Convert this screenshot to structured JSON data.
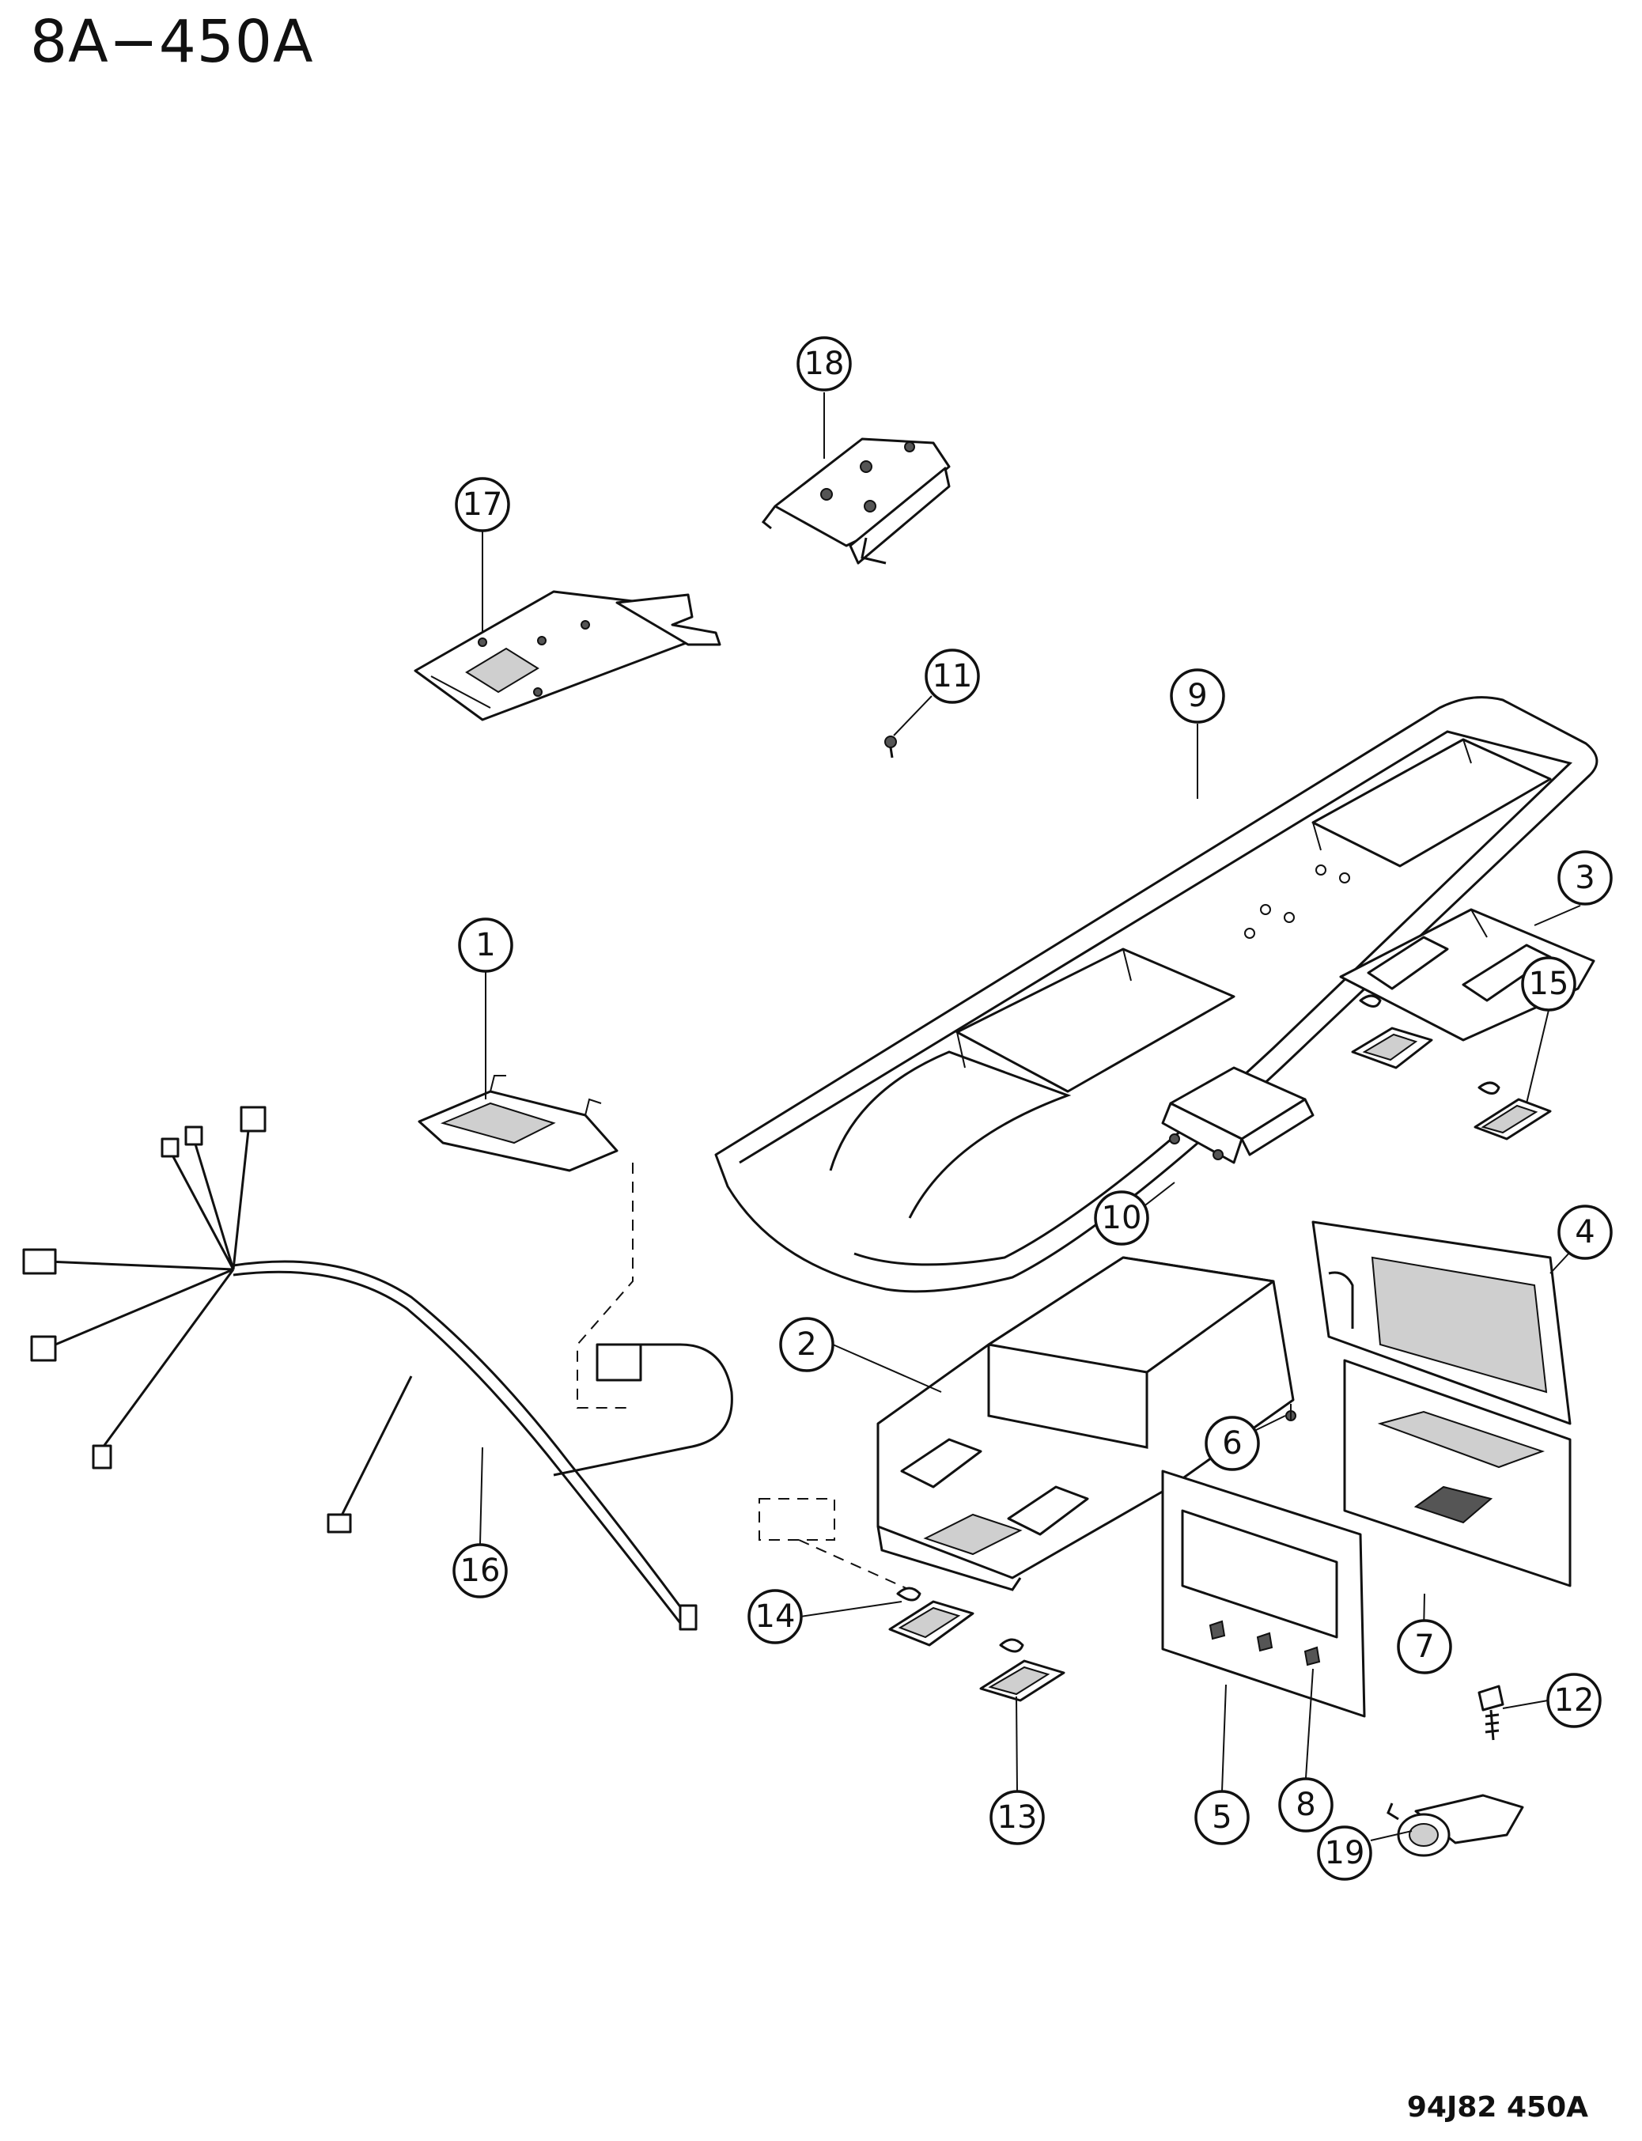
{
  "title": "8A−450A",
  "footer_code": "94J82  450A",
  "callouts": [
    {
      "id": "1",
      "label": "1"
    },
    {
      "id": "2",
      "label": "2"
    },
    {
      "id": "3",
      "label": "3"
    },
    {
      "id": "4",
      "label": "4"
    },
    {
      "id": "5",
      "label": "5"
    },
    {
      "id": "6",
      "label": "6"
    },
    {
      "id": "7",
      "label": "7"
    },
    {
      "id": "8",
      "label": "8"
    },
    {
      "id": "9",
      "label": "9"
    },
    {
      "id": "10",
      "label": "10"
    },
    {
      "id": "11",
      "label": "11"
    },
    {
      "id": "12",
      "label": "12"
    },
    {
      "id": "13",
      "label": "13"
    },
    {
      "id": "14",
      "label": "14"
    },
    {
      "id": "15",
      "label": "15"
    },
    {
      "id": "16",
      "label": "16"
    },
    {
      "id": "17",
      "label": "17"
    },
    {
      "id": "18",
      "label": "18"
    },
    {
      "id": "19",
      "label": "19"
    }
  ]
}
